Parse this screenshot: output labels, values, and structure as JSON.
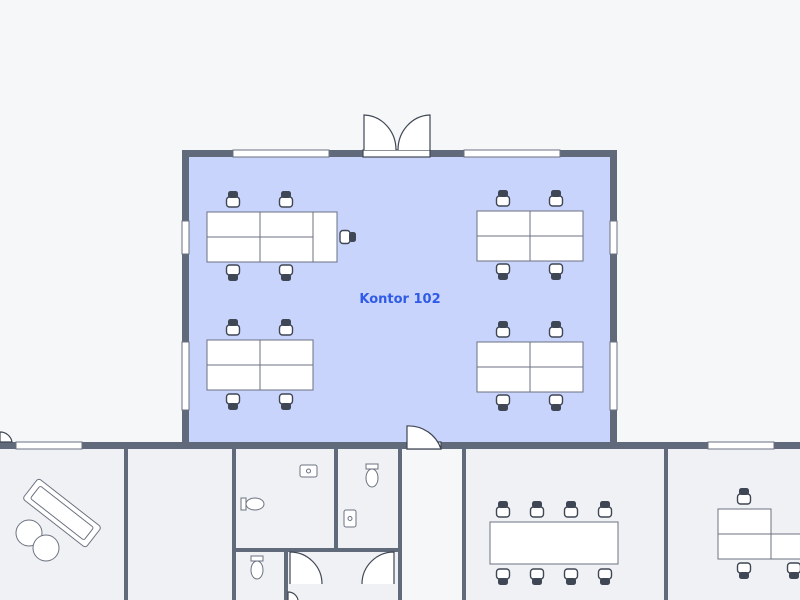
{
  "rooms": {
    "office_102": {
      "label": "Kontor 102"
    }
  },
  "colors": {
    "background": "#f6f7f9",
    "wall": "#606a7b",
    "selected_room_fill": "#c8d4fb",
    "room_label": "#2f5be6",
    "furniture_fill": "#ffffff",
    "furniture_stroke": "#6b7280",
    "chair_fill": "#3f4654"
  },
  "icons": [
    "desk",
    "office-chair",
    "window",
    "door",
    "double-door",
    "toilet",
    "sink",
    "sofa",
    "round-table",
    "meeting-table"
  ]
}
